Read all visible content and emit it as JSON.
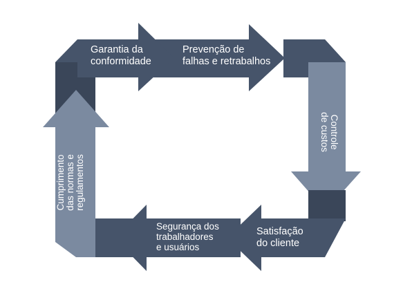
{
  "diagram": {
    "colors": {
      "dark": "#46546a",
      "darker": "#3a4659",
      "light": "#7b8aa0",
      "text": "#ffffff"
    },
    "steps": [
      {
        "id": "garantia",
        "lines": [
          "Garantia da",
          "conformidade"
        ]
      },
      {
        "id": "prevencao",
        "lines": [
          "Prevenção de",
          "falhas e retrabalhos"
        ]
      },
      {
        "id": "controle",
        "lines": [
          "Controle",
          "de custos"
        ]
      },
      {
        "id": "satisfacao",
        "lines": [
          "Satisfação",
          "do cliente"
        ]
      },
      {
        "id": "seguranca",
        "lines": [
          "Segurança dos",
          "trabalhadores",
          "e usuários"
        ]
      },
      {
        "id": "cumprimento",
        "lines": [
          "Cumprimento",
          "das normas e",
          "regulamentos"
        ]
      }
    ]
  }
}
